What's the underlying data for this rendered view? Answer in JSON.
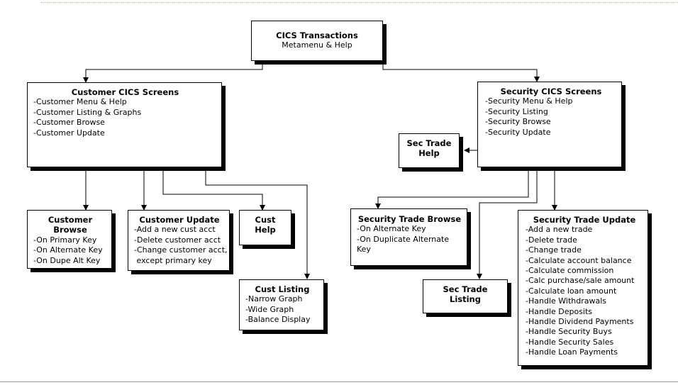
{
  "root": {
    "title": "CICS Transactions",
    "lines": [
      "Metamenu & Help"
    ]
  },
  "customer_screens": {
    "title": "Customer CICS Screens",
    "lines": [
      "-Customer Menu & Help",
      "-Customer Listing & Graphs",
      "-Customer Browse",
      "-Customer Update"
    ]
  },
  "security_screens": {
    "title": "Security CICS Screens",
    "lines": [
      "-Security Menu & Help",
      "-Security Listing",
      "-Security Browse",
      "-Security Update"
    ]
  },
  "sec_trade_help": {
    "title_lines": [
      "Sec Trade",
      "Help"
    ]
  },
  "customer_browse": {
    "title_lines": [
      "Customer",
      "Browse"
    ],
    "lines": [
      "-On Primary Key",
      "-On Alternate Key",
      "-On Dupe Alt Key"
    ]
  },
  "customer_update": {
    "title": "Customer Update",
    "lines": [
      "-Add a new cust acct",
      "-Delete customer acct",
      "-Change customer acct,",
      " except primary key"
    ]
  },
  "cust_help": {
    "title_lines": [
      "Cust",
      "Help"
    ]
  },
  "cust_listing": {
    "title": "Cust Listing",
    "lines": [
      "-Narrow Graph",
      "-Wide Graph",
      "-Balance Display"
    ]
  },
  "security_trade_browse": {
    "title": "Security Trade Browse",
    "lines": [
      "-On Alternate Key",
      "-On Duplicate Alternate",
      "Key"
    ]
  },
  "sec_trade_listing": {
    "title_lines": [
      "Sec Trade",
      "Listing"
    ]
  },
  "security_trade_update": {
    "title": "Security Trade Update",
    "lines": [
      "-Add a new trade",
      "-Delete trade",
      "-Change trade",
      "-Calculate account balance",
      "-Calculate commission",
      "-Calc purchase/sale amount",
      "-Calculate loan amount",
      "-Handle Withdrawals",
      "-Handle Deposits",
      "-Handle Dividend Payments",
      "-Handle Security Buys",
      "-Handle Security Sales",
      "-Handle Loan Payments"
    ]
  }
}
